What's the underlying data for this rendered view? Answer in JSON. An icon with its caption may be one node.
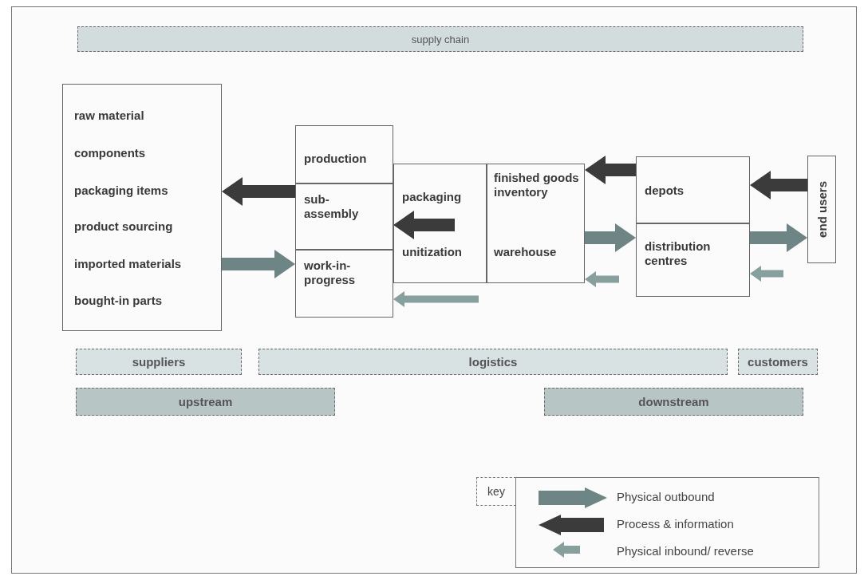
{
  "diagram": {
    "nodes": [
      {
        "text": [
          "supply chain"
        ]
      },
      {
        "text": [
          "raw material",
          "components",
          "packaging items",
          "product sourcing",
          "imported materials",
          "bought-in parts"
        ]
      },
      {
        "text": [
          "production"
        ]
      },
      {
        "text": [
          "sub-assembly"
        ]
      },
      {
        "text": [
          "work-in-progress"
        ]
      },
      {
        "text": [
          "packaging",
          "unitization"
        ]
      },
      {
        "text": [
          "finished goods inventory",
          "warehouse"
        ]
      },
      {
        "text": [
          "depots"
        ]
      },
      {
        "text": [
          "distribution centres"
        ]
      },
      {
        "text": [
          "end users"
        ]
      },
      {
        "text": [
          "suppliers"
        ]
      },
      {
        "text": [
          "logistics"
        ]
      },
      {
        "text": [
          "customers"
        ]
      },
      {
        "text": [
          "upstream"
        ]
      },
      {
        "text": [
          "downstream"
        ]
      }
    ],
    "edges": [
      {
        "from": 3,
        "to": 1,
        "arrow": "to",
        "style": "thick",
        "color": "#3b3b3b"
      },
      {
        "from": 1,
        "to": 4,
        "arrow": "to",
        "style": "thick",
        "color": "#6d8585"
      },
      {
        "from": 5,
        "to": 3,
        "arrow": "to",
        "style": "thick",
        "color": "#3b3b3b"
      },
      {
        "from": 7,
        "to": 6,
        "arrow": "to",
        "style": "thick",
        "color": "#3b3b3b"
      },
      {
        "from": 6,
        "to": 8,
        "arrow": "to",
        "style": "thick",
        "color": "#6d8585"
      },
      {
        "from": 9,
        "to": 7,
        "arrow": "to",
        "style": "thick",
        "color": "#3b3b3b"
      },
      {
        "from": 8,
        "to": 9,
        "arrow": "to",
        "style": "thick",
        "color": "#6d8585"
      },
      {
        "from": null,
        "to": 4,
        "arrow": "to",
        "color": "#86a09e"
      },
      {
        "from": null,
        "to": 6,
        "arrow": "to",
        "color": "#86a09e"
      },
      {
        "from": null,
        "to": 8,
        "arrow": "to",
        "color": "#86a09e"
      }
    ],
    "labels": [
      "key"
    ],
    "legend": [
      {
        "text": "Physical outbound"
      },
      {
        "text": "Process & information"
      },
      {
        "text": "Physical inbound/ reverse"
      }
    ]
  }
}
